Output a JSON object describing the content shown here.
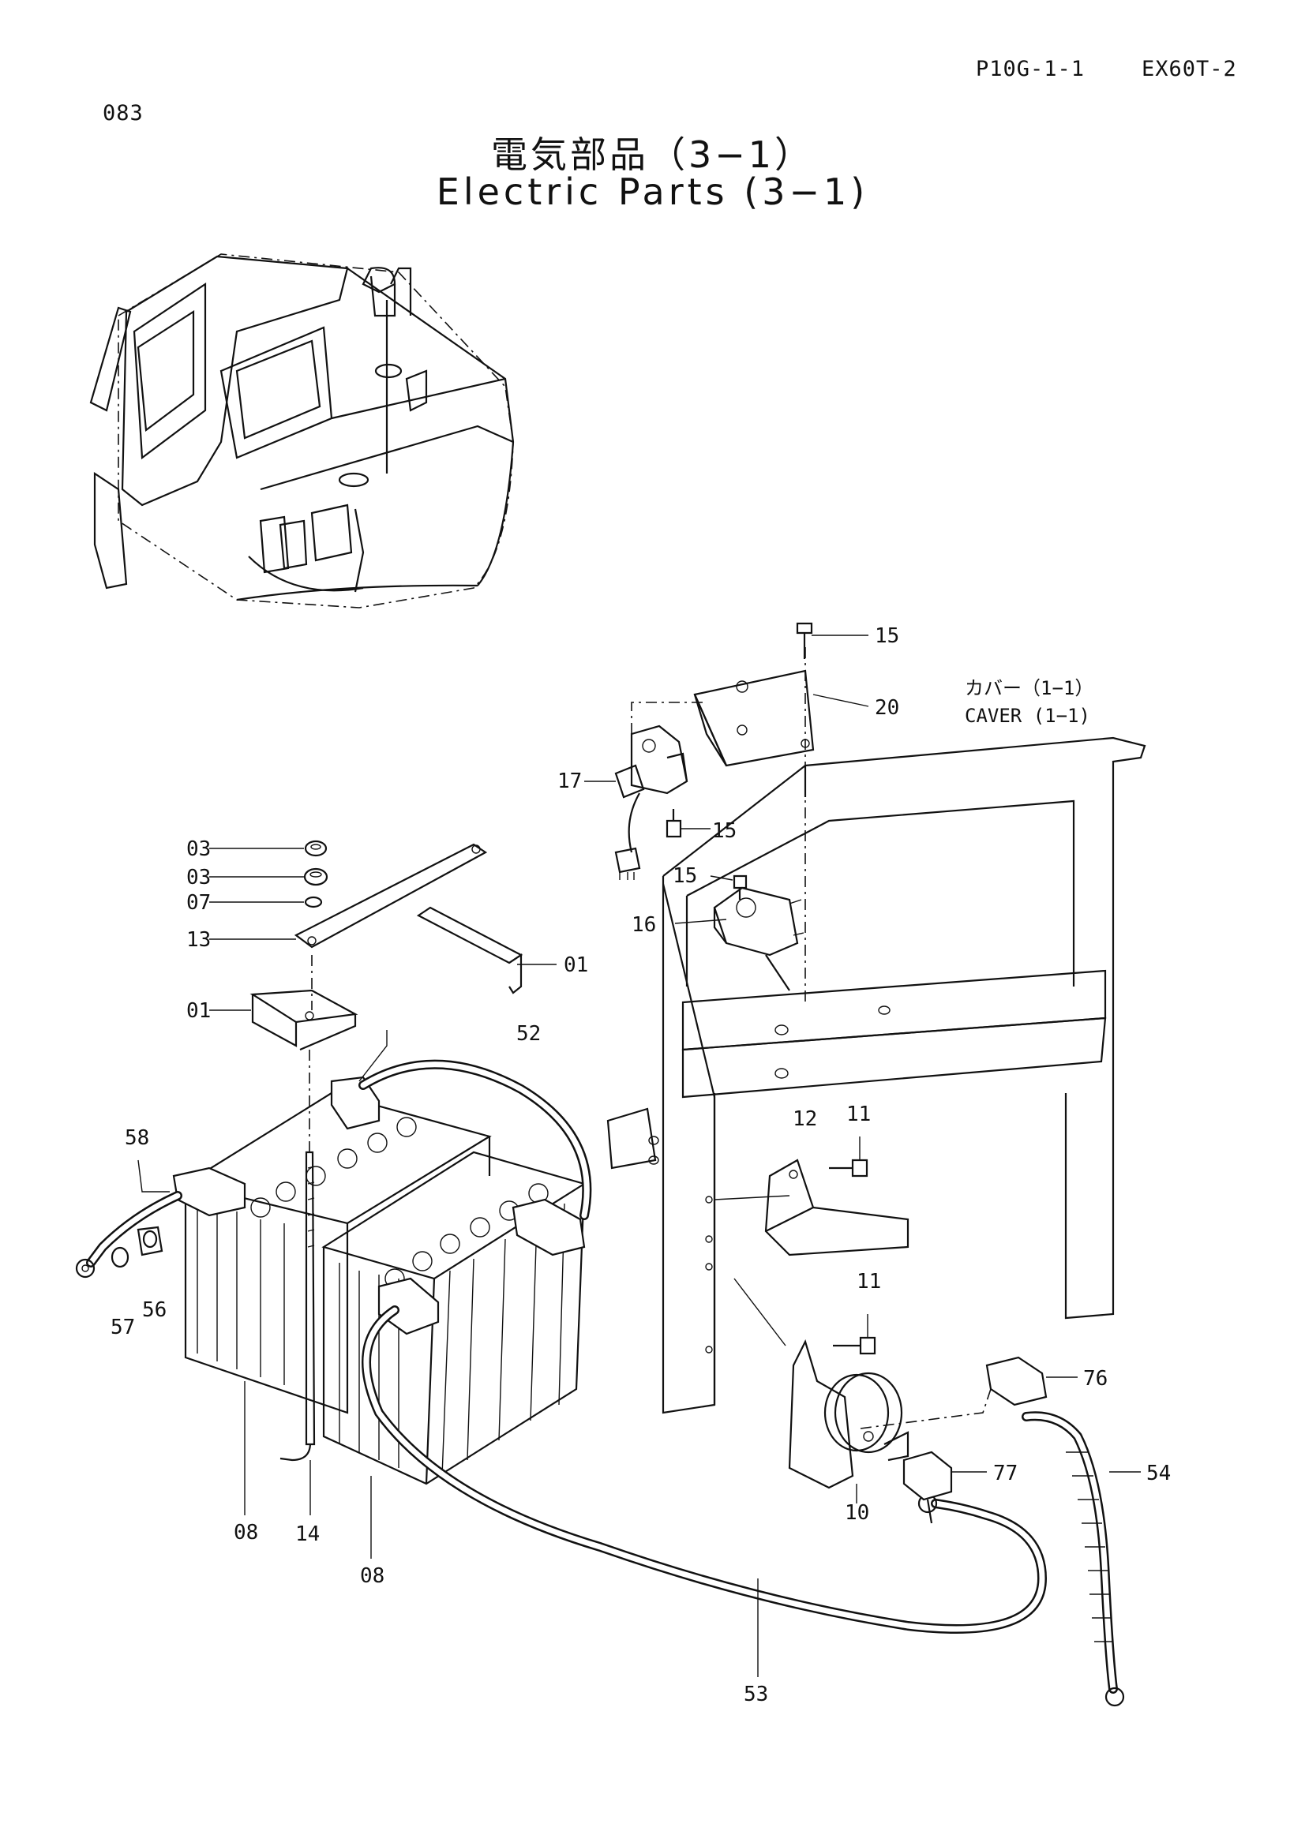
{
  "header": {
    "page_code": "P10G-1-1",
    "model": "EX60T-2",
    "page_number": "083"
  },
  "title": {
    "japanese": "電気部品（3−1）",
    "english": "Electric Parts (3−1)"
  },
  "callouts": {
    "c15a": "15",
    "c20": "20",
    "c17": "17",
    "c15b": "15",
    "c15c": "15",
    "c16": "16",
    "c03a": "03",
    "c03b": "03",
    "c07": "07",
    "c13": "13",
    "c01a": "01",
    "c01b": "01",
    "c52": "52",
    "c58": "58",
    "c57": "57",
    "c56": "56",
    "c12": "12",
    "c11a": "11",
    "c11b": "11",
    "c76": "76",
    "c77": "77",
    "c54": "54",
    "c10": "10",
    "c08a": "08",
    "c08b": "08",
    "c14": "14",
    "c53": "53"
  },
  "notes": {
    "cover_jp": "カバー（1−1）",
    "cover_en": "CAVER (1−1)"
  }
}
